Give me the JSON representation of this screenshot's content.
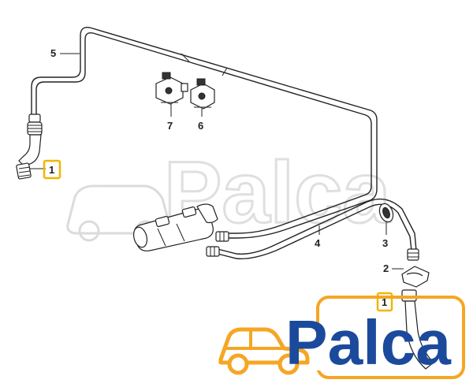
{
  "callouts": {
    "p1a": "1",
    "p1b": "1",
    "p2": "2",
    "p3": "3",
    "p4": "4",
    "p5": "5",
    "p6": "6",
    "p7": "7"
  },
  "colors": {
    "highlight": "#f2b600",
    "logo_orange": "#f5a623",
    "logo_blue": "#1b4a9c",
    "line": "#222222"
  },
  "logo": {
    "text": "Palca",
    "watermark_text": "Palca",
    "icon": "car-icon"
  }
}
